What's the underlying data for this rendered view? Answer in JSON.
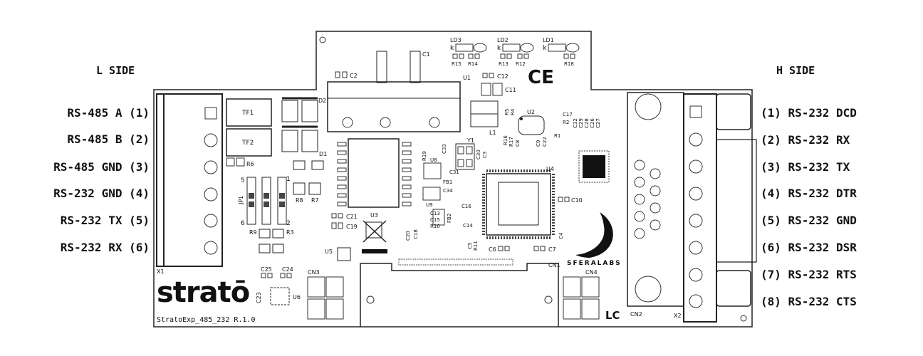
{
  "sides": {
    "left_title": "L SIDE",
    "right_title": "H SIDE"
  },
  "left_pins": [
    "RS-485 A (1)",
    "RS-485 B (2)",
    "RS-485 GND (3)",
    "RS-232 GND (4)",
    "RS-232 TX (5)",
    "RS-232 RX (6)"
  ],
  "right_pins": [
    "(1) RS-232 DCD",
    "(2) RS-232 RX",
    "(3) RS-232 TX",
    "(4) RS-232 DTR",
    "(5) RS-232 GND",
    "(6) RS-232 DSR",
    "(7) RS-232 RTS",
    "(8) RS-232 CTS"
  ],
  "board": {
    "brand": "stratō",
    "version": "StratoExp_485_232 R.1.0",
    "maker": "SFERALABS",
    "ce": "CE",
    "lc": "LC",
    "designators": {
      "x1": "X1",
      "x2": "X2",
      "cn1": "CN1",
      "cn2": "CN2",
      "cn3": "CN3",
      "cn4": "CN4",
      "u1": "U1",
      "u2": "U2",
      "u3": "U3",
      "u4": "U4",
      "u5": "U5",
      "u6": "U6",
      "u8": "U8",
      "u9": "U9",
      "c1": "C1",
      "c2": "C2",
      "c11": "C11",
      "c12": "C12",
      "c21": "C21",
      "c19": "C19",
      "c25": "C25",
      "c24": "C24",
      "c23": "C23",
      "tf1": "TF1",
      "tf2": "TF2",
      "d1": "D1",
      "d2": "D2",
      "r6": "R6",
      "r7": "R7",
      "r8": "R8",
      "r9": "R9",
      "r3": "R3",
      "jp1": "JP1",
      "y1": "Y1",
      "l1": "L1",
      "fb1": "FB1",
      "fb2": "FB2",
      "ld1": "LD1",
      "ld2": "LD2",
      "ld3": "LD3",
      "r15": "R15",
      "r14": "R14",
      "r13": "R13",
      "r12": "R12",
      "r18": "R18",
      "c10": "C10",
      "c6": "C6",
      "c7": "C7",
      "c4": "C4",
      "c16": "C16",
      "c14": "C14",
      "c13": "C13",
      "c15": "C15",
      "r10": "R10",
      "c20": "C20",
      "c18": "C18",
      "c5": "C5",
      "r11": "R11",
      "c34": "C34",
      "c31": "C31",
      "c30": "C30",
      "c3": "C3",
      "r19": "R19",
      "c33": "C33",
      "r16": "R16",
      "r17": "R17",
      "c8": "C8",
      "r5": "R5",
      "r4": "R4",
      "c22": "C22",
      "c9": "C9",
      "r1": "R1",
      "r2": "R2",
      "c17": "C17",
      "c32": "C32",
      "c29": "C29",
      "c28": "C28",
      "c26": "C26",
      "c27": "C27",
      "k": "k",
      "j5": "5",
      "j6": "6",
      "j1": "1",
      "j2": "2"
    }
  }
}
